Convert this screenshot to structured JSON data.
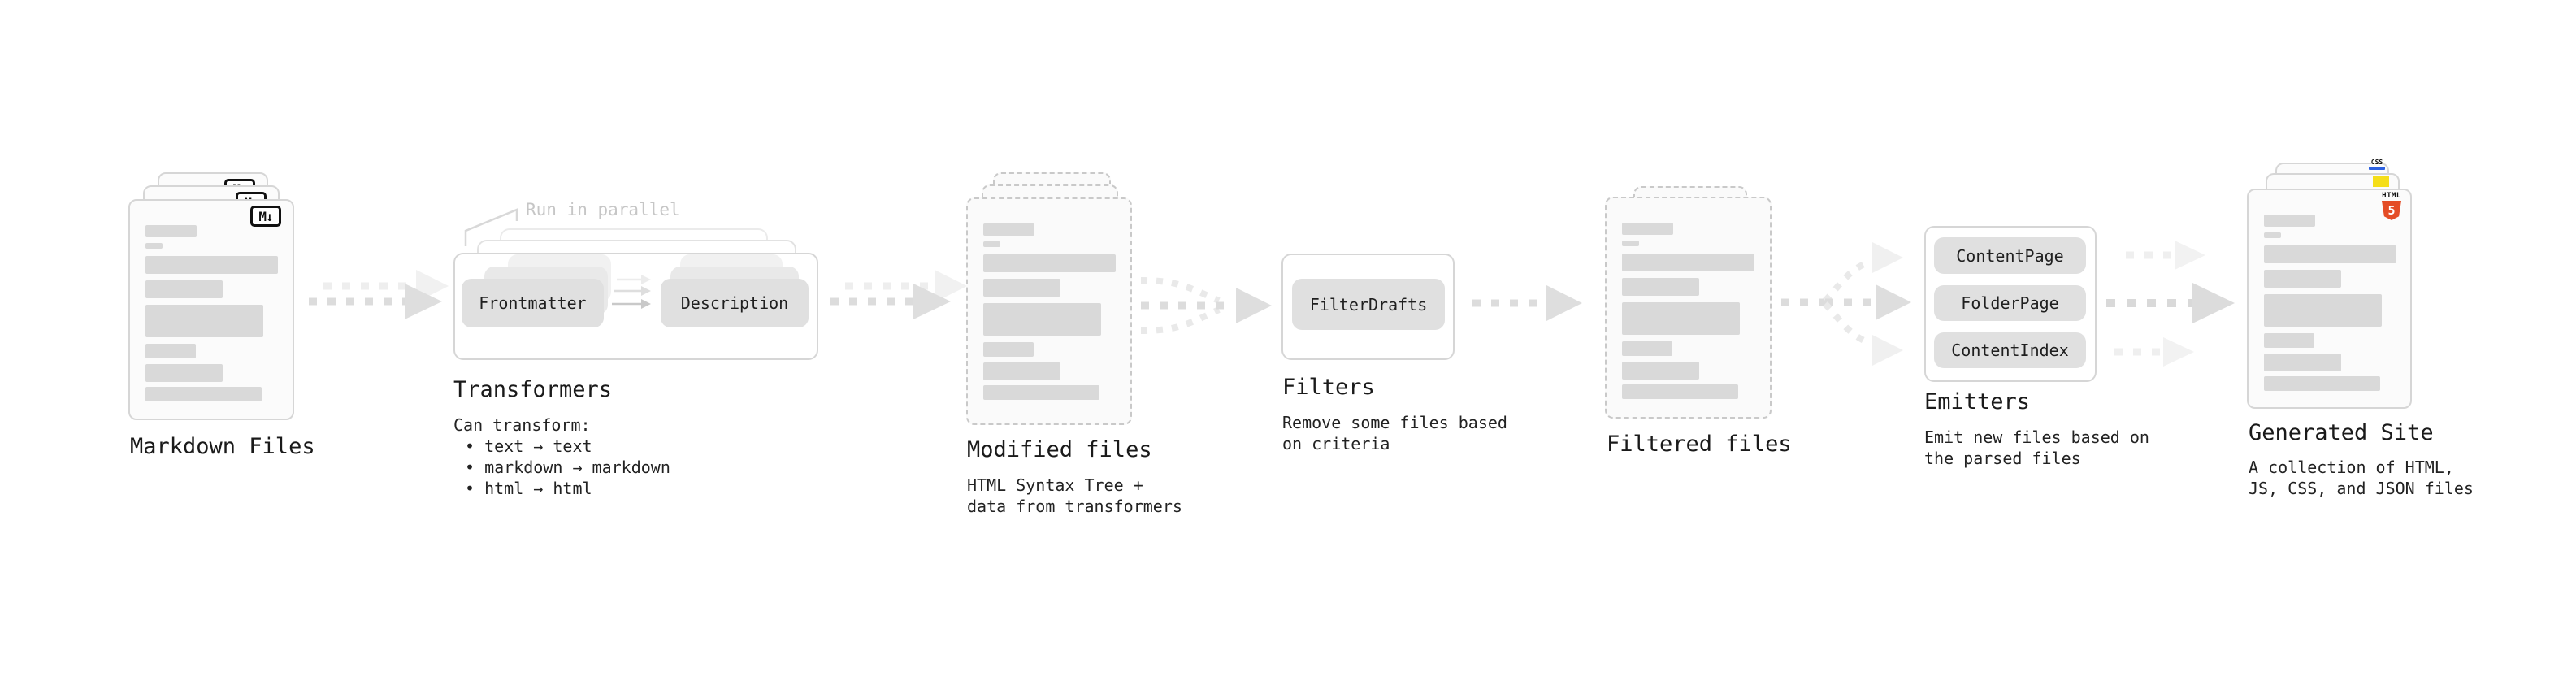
{
  "stages": {
    "markdown": {
      "label": "Markdown Files",
      "badge": "M↓"
    },
    "transformers": {
      "label": "Transformers",
      "annotation": "Run in parallel",
      "pill_frontmatter": "Frontmatter",
      "pill_description": "Description",
      "can_heading": "Can transform:",
      "bullet_text": "• text → text",
      "bullet_markdown": "• markdown → markdown",
      "bullet_html": "• html → html"
    },
    "modified": {
      "label": "Modified files",
      "subtitle1": "HTML Syntax Tree +",
      "subtitle2": "data from transformers"
    },
    "filters": {
      "label": "Filters",
      "pill_filterdrafts": "FilterDrafts",
      "subtitle1": "Remove some files based",
      "subtitle2": "on criteria"
    },
    "filtered": {
      "label": "Filtered files"
    },
    "emitters": {
      "label": "Emitters",
      "pill_contentpage": "ContentPage",
      "pill_folderpage": "FolderPage",
      "pill_contentindex": "ContentIndex",
      "subtitle1": "Emit new files based on",
      "subtitle2": "the parsed files"
    },
    "generated": {
      "label": "Generated Site",
      "subtitle1": "A collection of HTML,",
      "subtitle2": "JS, CSS, and JSON files",
      "badge_html": "HTML",
      "badge_html_number": "5",
      "badge_css": "CSS"
    }
  },
  "colors": {
    "html5_orange": "#E44D26",
    "js_yellow": "#F5DE19",
    "css_blue": "#2D61E1",
    "markdown_black": "#111111",
    "bar_gray": "#d9d9d9",
    "arrow_gray": "#dcdcdc",
    "arrow_light_gray": "#efefef"
  }
}
